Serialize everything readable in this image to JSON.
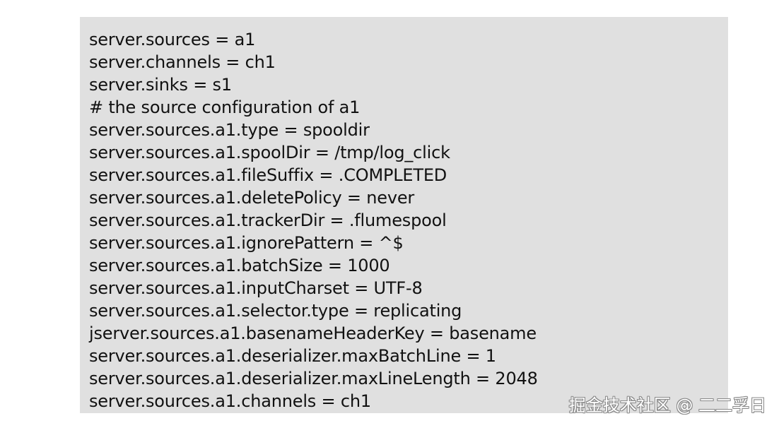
{
  "code_lines": [
    "server.sources = a1",
    "server.channels = ch1",
    "server.sinks = s1",
    "# the source configuration of a1",
    "server.sources.a1.type = spooldir",
    "server.sources.a1.spoolDir = /tmp/log_click",
    "server.sources.a1.fileSuffix = .COMPLETED",
    "server.sources.a1.deletePolicy = never",
    "server.sources.a1.trackerDir = .flumespool",
    "server.sources.a1.ignorePattern = ^$",
    "server.sources.a1.batchSize = 1000",
    "server.sources.a1.inputCharset = UTF-8",
    "server.sources.a1.selector.type = replicating",
    "jserver.sources.a1.basenameHeaderKey = basename",
    "server.sources.a1.deserializer.maxBatchLine = 1",
    "server.sources.a1.deserializer.maxLineLength = 2048",
    "server.sources.a1.channels = ch1"
  ],
  "watermark": "掘金技术社区 @ 二二孚日",
  "colors": {
    "code_background": "#e0e0e0",
    "text": "#111111",
    "page_background": "#ffffff"
  }
}
